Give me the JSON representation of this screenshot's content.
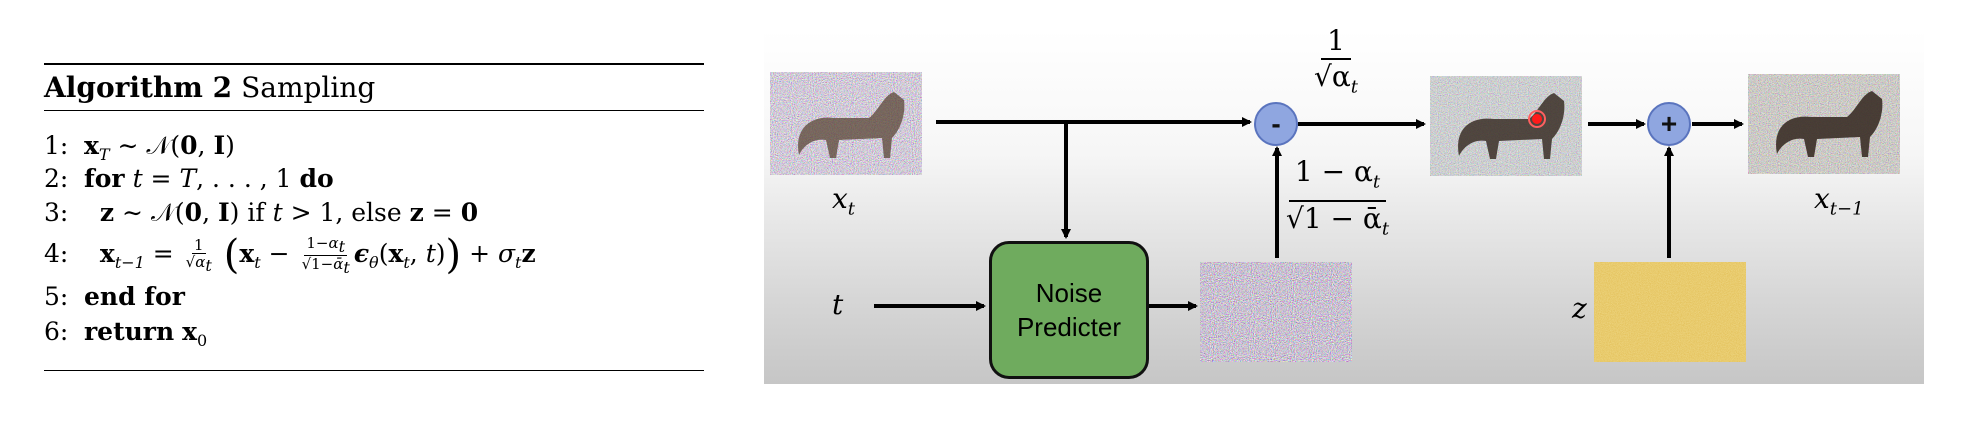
{
  "algorithm": {
    "label": "Algorithm 2",
    "name": "Sampling",
    "lines": [
      {
        "num": "1:",
        "text": "x_T ~ N(0, I)"
      },
      {
        "num": "2:",
        "text": "for t = T, ..., 1 do"
      },
      {
        "num": "3:",
        "text": "z ~ N(0, I) if t > 1, else z = 0"
      },
      {
        "num": "4:",
        "text": "x_{t-1} = 1/sqrt(alpha_t) (x_t - (1-alpha_t)/sqrt(1-bar_alpha_t) eps_theta(x_t, t)) + sigma_t z"
      },
      {
        "num": "5:",
        "text": "end for"
      },
      {
        "num": "6:",
        "text": "return x_0"
      }
    ],
    "keywords": {
      "for": "for",
      "do": "do",
      "if": "if",
      "else": "else",
      "end_for": "end for",
      "return": "return"
    }
  },
  "diagram": {
    "labels": {
      "x_t": "x",
      "x_t_sub": "t",
      "t": "t",
      "z": "z",
      "x_t_minus_1": "x",
      "x_t_minus_1_sub": "t−1"
    },
    "noise_predicter": {
      "line1": "Noise",
      "line2": "Predicter"
    },
    "operators": {
      "minus": "-",
      "plus": "+"
    },
    "coef_scale": {
      "numerator": "1",
      "denominator": "√α",
      "denominator_sub": "t"
    },
    "coef_noise": {
      "numerator": "1 − α",
      "numerator_sub": "t",
      "denominator": "√1 − ᾱ",
      "denominator_sub": "t"
    },
    "icons": [
      "noisy-cat-image-icon",
      "noise-image-icon",
      "gaussian-noise-z-icon"
    ],
    "colors": {
      "operator_fill": "#8fa6e0",
      "predicter_fill": "#6fab5e",
      "z_noise": "#d9b13f"
    }
  }
}
